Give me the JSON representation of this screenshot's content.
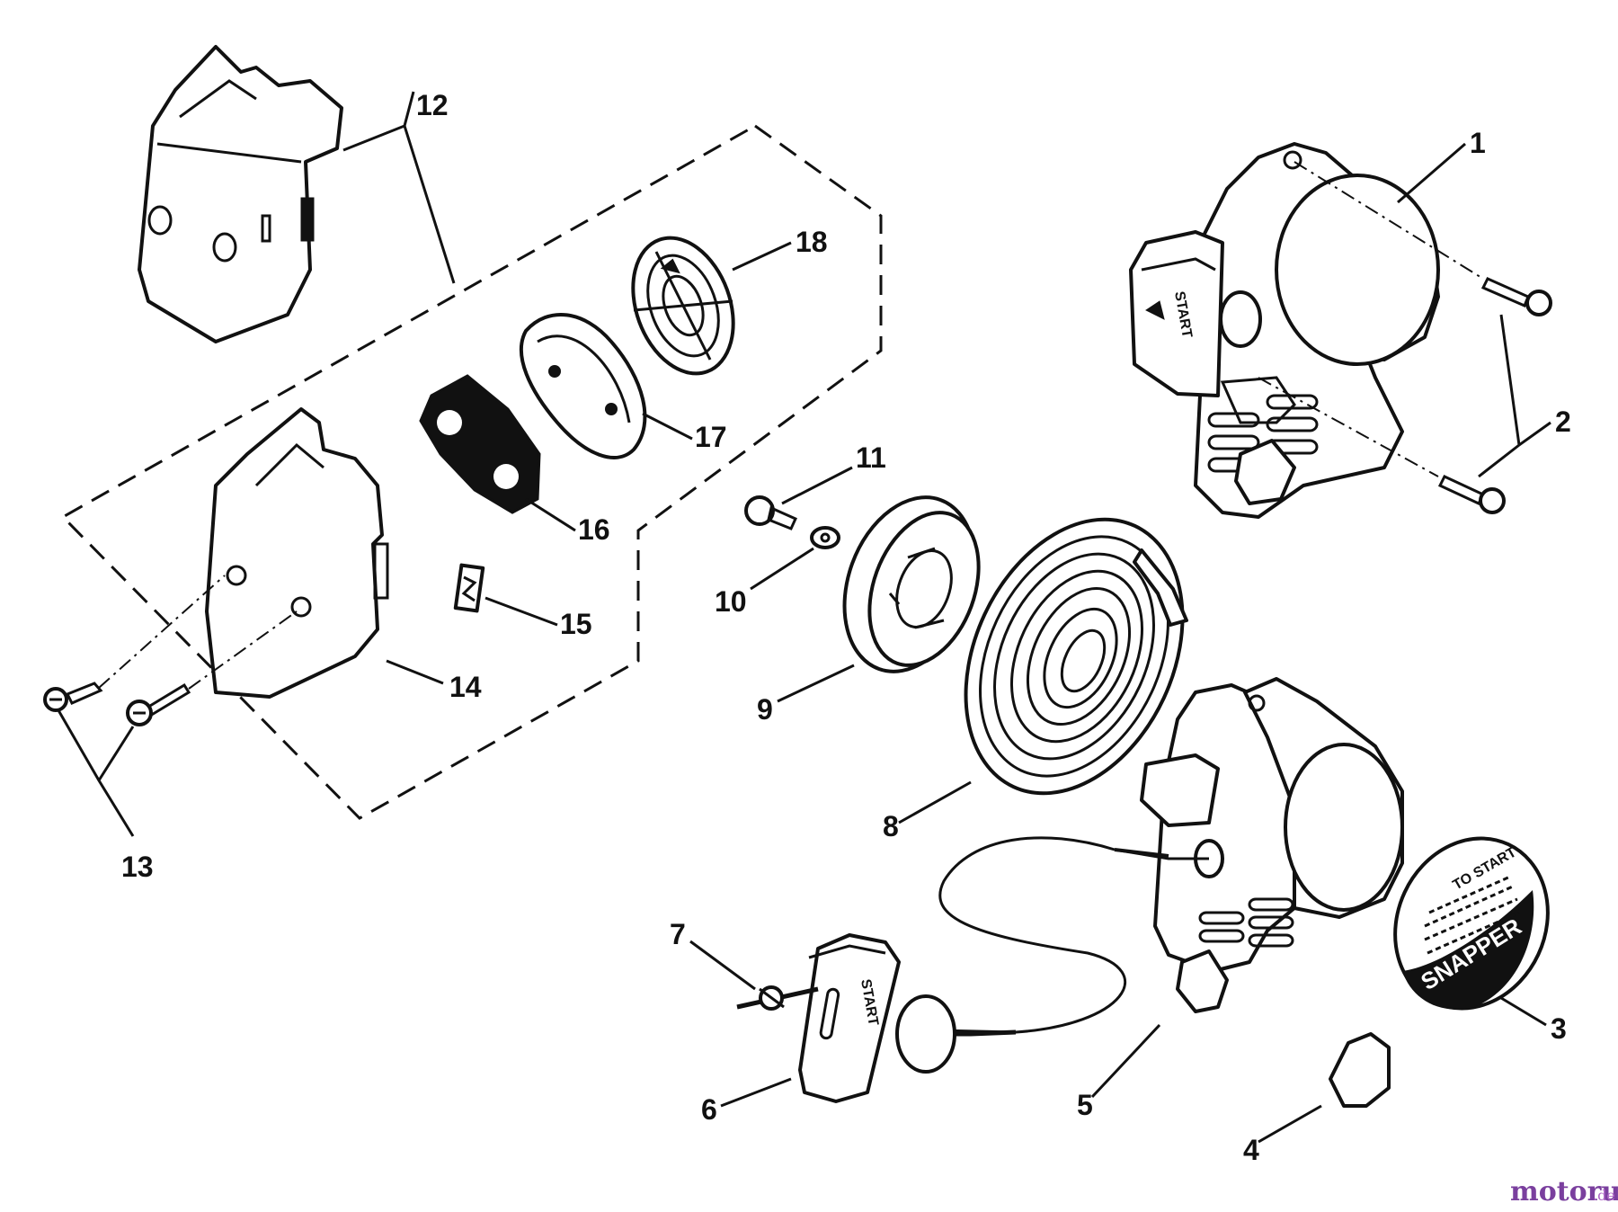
{
  "callouts": [
    {
      "id": "1",
      "text": "1"
    },
    {
      "id": "2",
      "text": "2"
    },
    {
      "id": "3",
      "text": "3"
    },
    {
      "id": "4",
      "text": "4"
    },
    {
      "id": "5",
      "text": "5"
    },
    {
      "id": "6",
      "text": "6"
    },
    {
      "id": "7",
      "text": "7"
    },
    {
      "id": "8",
      "text": "8"
    },
    {
      "id": "9",
      "text": "9"
    },
    {
      "id": "10",
      "text": "10"
    },
    {
      "id": "11",
      "text": "11"
    },
    {
      "id": "12",
      "text": "12"
    },
    {
      "id": "13",
      "text": "13"
    },
    {
      "id": "14",
      "text": "14"
    },
    {
      "id": "15",
      "text": "15"
    },
    {
      "id": "16",
      "text": "16"
    },
    {
      "id": "17",
      "text": "17"
    },
    {
      "id": "18",
      "text": "18"
    }
  ],
  "part_text": {
    "handle_start_top": "START",
    "handle_start_bottom": "START",
    "decal_to_start": "TO START",
    "decal_brand": "SNAPPER"
  },
  "watermark": {
    "main": "motoruf",
    "suffix": ".de"
  }
}
